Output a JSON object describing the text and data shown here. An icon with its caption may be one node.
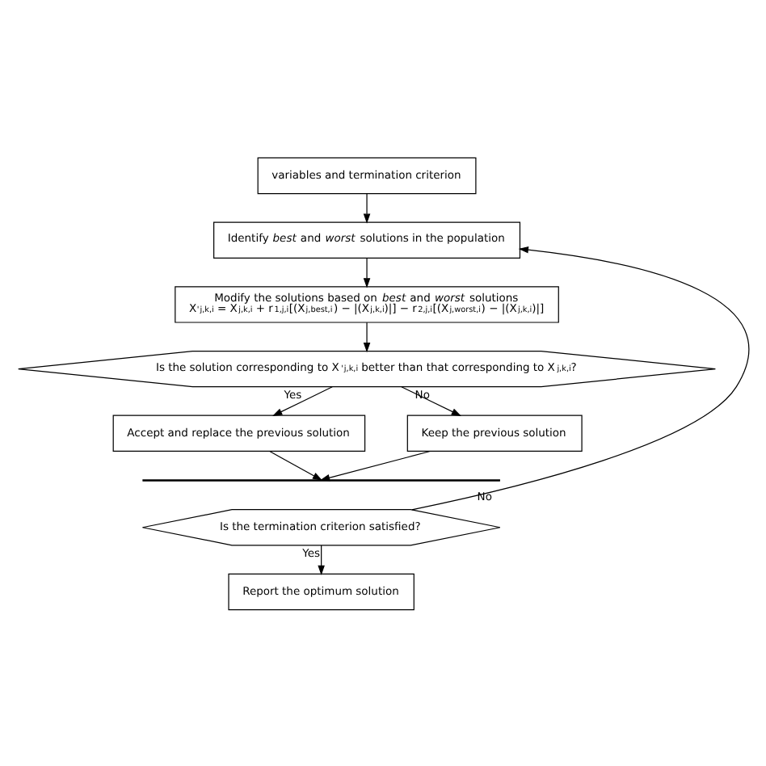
{
  "diagram": {
    "nodes": [
      {
        "text": [
          "variables and termination criterion"
        ]
      },
      {
        "text": [
          "Identify *best* and *worst* solutions in the population"
        ]
      },
      {
        "text": [
          "Modify the solutions based on *best* and *worst* solutions",
          "X$^{'}$$_{j,k,i}$ = X$_{j,k,i}$ + r$_{1,j,i}$[(X$_{j,best,i}$) − |(X$_{j,k,i}$)|] − r$_{2,j,i}$[(X$_{j,worst,i}$) − |(X$_{j,k,i}$)|]"
        ]
      },
      {
        "text": [
          "Is the solution corresponding to X$^{'}$$_{j,k,i}$ better than that corresponding to X$_{j,k,i}$?"
        ]
      },
      {
        "text": [
          "Accept and replace the previous solution"
        ]
      },
      {
        "text": [
          "Keep the previous solution"
        ]
      },
      {
        "text": [],
        "shape": "bar"
      },
      {
        "text": [
          "Is the termination criterion satisfied?"
        ]
      },
      {
        "text": [
          "Report the optimum solution"
        ]
      }
    ],
    "edges": [
      {
        "from": 0,
        "to": 1,
        "arrow": "to"
      },
      {
        "from": 1,
        "to": 2,
        "arrow": "to"
      },
      {
        "from": 2,
        "to": 3,
        "arrow": "to"
      },
      {
        "from": 3,
        "to": 4,
        "arrow": "to",
        "label": "Yes"
      },
      {
        "from": 3,
        "to": 5,
        "arrow": "to",
        "label": "No"
      },
      {
        "from": 4,
        "to": 6,
        "arrow": "to"
      },
      {
        "from": 5,
        "to": 6,
        "arrow": "to"
      },
      {
        "from": 7,
        "to": 1,
        "arrow": "to",
        "label": "No"
      },
      {
        "from": 7,
        "to": 8,
        "arrow": "to",
        "label": "Yes"
      }
    ]
  }
}
